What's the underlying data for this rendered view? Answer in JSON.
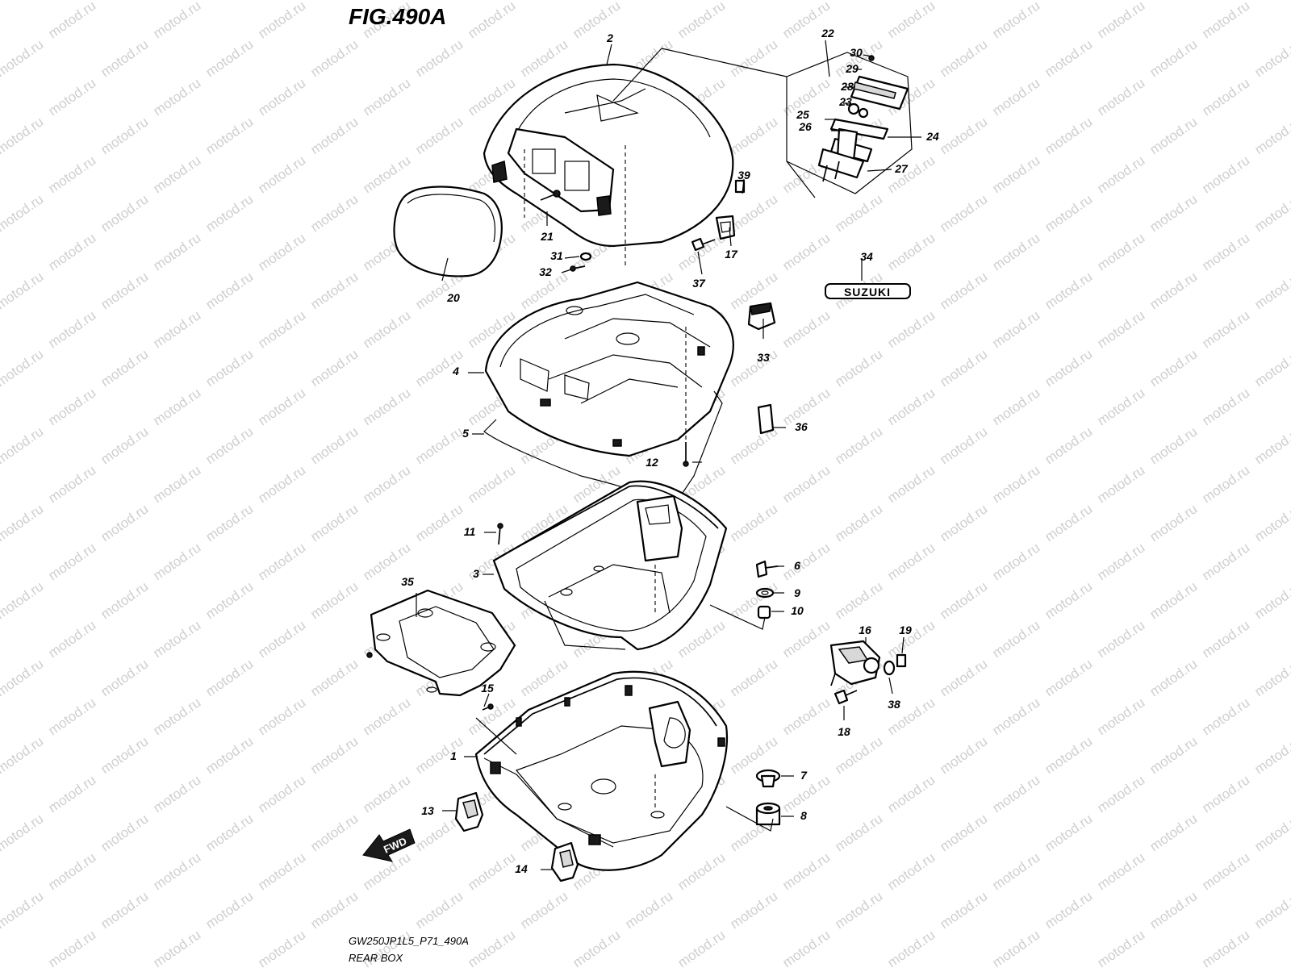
{
  "figure": {
    "title": "FIG.490A"
  },
  "footer": {
    "code": "GW250JP1L5_P71_490A",
    "caption": "REAR BOX"
  },
  "watermark": {
    "text": "motod.ru"
  },
  "badges": {
    "fwd": "FWD",
    "brand": "SUZUKI"
  },
  "callouts": [
    "1",
    "2",
    "3",
    "4",
    "5",
    "6",
    "7",
    "8",
    "9",
    "10",
    "11",
    "12",
    "13",
    "14",
    "15",
    "16",
    "17",
    "18",
    "19",
    "20",
    "21",
    "22",
    "23",
    "24",
    "25",
    "26",
    "27",
    "28",
    "29",
    "30",
    "31",
    "32",
    "33",
    "34",
    "35",
    "36",
    "37",
    "38",
    "39"
  ],
  "parts": [
    {
      "id": "lid-outer-shell",
      "icon": "lid-shell-icon"
    },
    {
      "id": "inner-lid",
      "icon": "inner-lid-icon"
    },
    {
      "id": "upper-tray",
      "icon": "tray-icon"
    },
    {
      "id": "lower-box",
      "icon": "box-icon"
    },
    {
      "id": "backrest-pad",
      "icon": "pad-icon"
    },
    {
      "id": "base-plate",
      "icon": "plate-icon"
    },
    {
      "id": "lock-assembly",
      "icon": "lock-icon"
    },
    {
      "id": "latch-assembly",
      "icon": "latch-icon"
    }
  ]
}
